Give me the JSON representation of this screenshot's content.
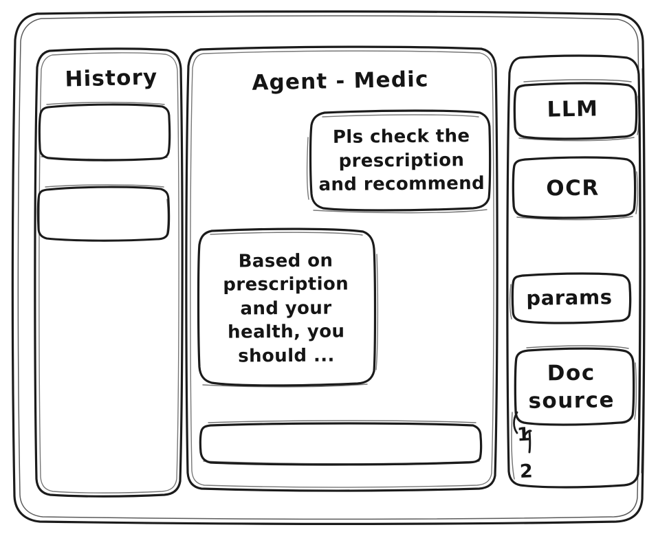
{
  "window": {
    "frame_label": "app-window"
  },
  "sidebar_left": {
    "title": "History",
    "items": [
      {
        "label": "",
        "name": "history-item-1"
      },
      {
        "label": "",
        "name": "history-item-2"
      }
    ]
  },
  "main": {
    "title": "Agent - Medic",
    "messages": [
      {
        "role": "user",
        "text": "Pls check the\nprescription\nand recommend"
      },
      {
        "role": "assistant",
        "text": "Based on\nprescription\nand your\nhealth, you\nshould ..."
      }
    ],
    "composer": {
      "value": "",
      "placeholder": ""
    }
  },
  "sidebar_right": {
    "buttons": [
      {
        "label": "LLM",
        "name": "llm-button"
      },
      {
        "label": "OCR",
        "name": "ocr-button"
      },
      {
        "label": "params",
        "name": "params-button"
      }
    ],
    "doc_source": {
      "label": "Doc\nsource",
      "items": [
        "1",
        "2"
      ]
    }
  },
  "style": {
    "ink": "#1b1b1b",
    "paper": "#ffffff"
  }
}
